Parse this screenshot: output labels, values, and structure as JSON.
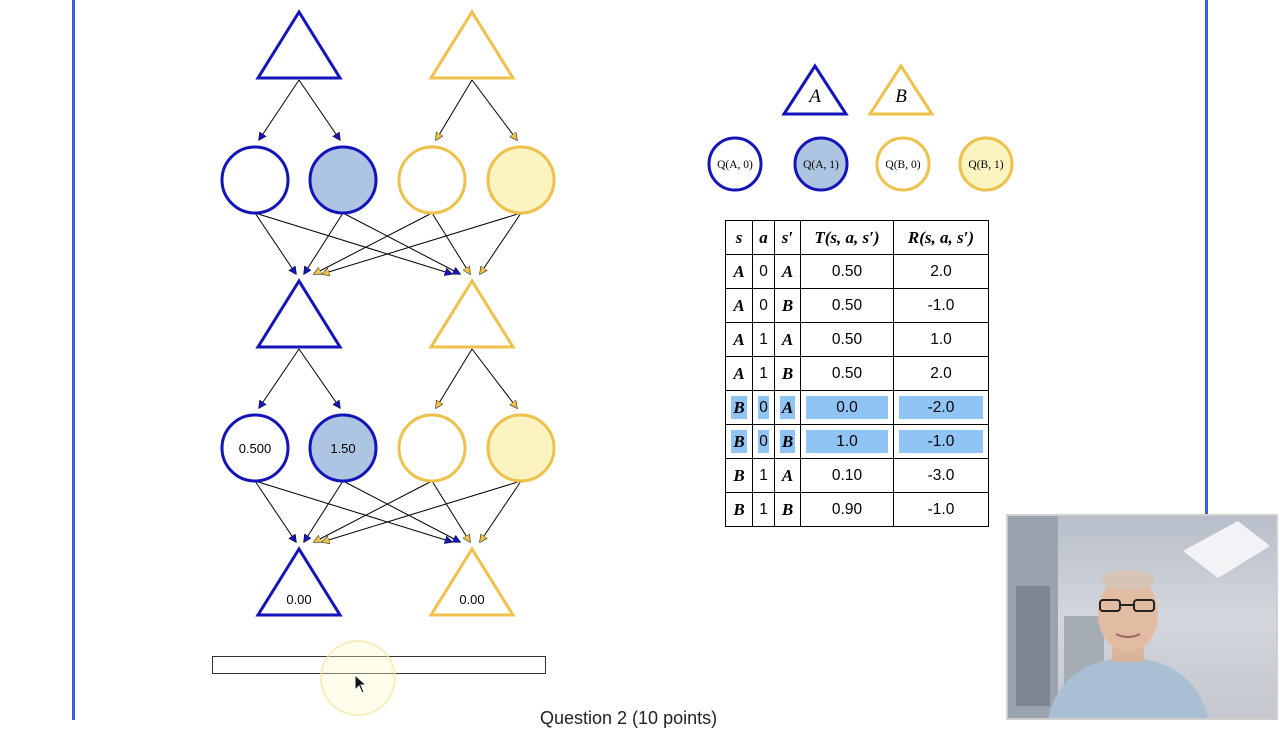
{
  "diagram": {
    "nodes": {
      "level2_q_values": {
        "QA0": "0.500",
        "QA1": "1.50"
      },
      "level3_values": {
        "A": "0.00",
        "B": "0.00"
      }
    },
    "colors": {
      "A_stroke": "#1414bb",
      "B_stroke": "#efc04a",
      "QA1_fill": "#adc5e2",
      "QB1_fill": "#fbf3c0",
      "highlight": "#8fc4f5"
    }
  },
  "legend": {
    "state_A": "A",
    "state_B": "B",
    "q_nodes": [
      "Q(A, 0)",
      "Q(A, 1)",
      "Q(B, 0)",
      "Q(B, 1)"
    ]
  },
  "table": {
    "headers": [
      "s",
      "a",
      "s′",
      "T(s, a, s′)",
      "R(s, a, s′)"
    ],
    "rows": [
      [
        "A",
        "0",
        "A",
        "0.50",
        "2.0"
      ],
      [
        "A",
        "0",
        "B",
        "0.50",
        "-1.0"
      ],
      [
        "A",
        "1",
        "A",
        "0.50",
        "1.0"
      ],
      [
        "A",
        "1",
        "B",
        "0.50",
        "2.0"
      ],
      [
        "B",
        "0",
        "A",
        "0.0",
        "-2.0"
      ],
      [
        "B",
        "0",
        "B",
        "1.0",
        "-1.0"
      ],
      [
        "B",
        "1",
        "A",
        "0.10",
        "-3.0"
      ],
      [
        "B",
        "1",
        "B",
        "0.90",
        "-1.0"
      ]
    ],
    "highlighted_rows": [
      4,
      5
    ]
  },
  "caption": "Question 2 (10 points)"
}
